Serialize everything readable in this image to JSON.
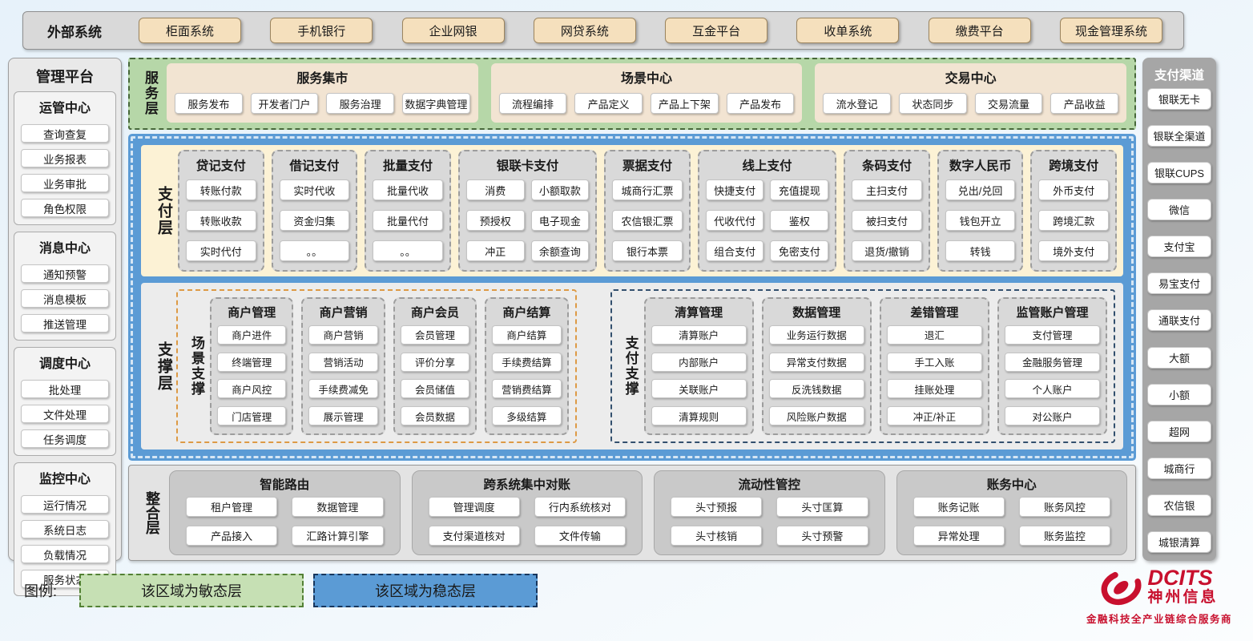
{
  "external_systems": {
    "label": "外部系统",
    "items": [
      "柜面系统",
      "手机银行",
      "企业网银",
      "网贷系统",
      "互金平台",
      "收单系统",
      "缴费平台",
      "现金管理系统"
    ]
  },
  "management_platform": {
    "title": "管理平台",
    "groups": [
      {
        "title": "运管中心",
        "items": [
          "查询查复",
          "业务报表",
          "业务审批",
          "角色权限"
        ]
      },
      {
        "title": "消息中心",
        "items": [
          "通知预警",
          "消息模板",
          "推送管理"
        ]
      },
      {
        "title": "调度中心",
        "items": [
          "批处理",
          "文件处理",
          "任务调度"
        ]
      },
      {
        "title": "监控中心",
        "items": [
          "运行情况",
          "系统日志",
          "负载情况",
          "服务状态"
        ]
      }
    ]
  },
  "service_layer": {
    "label": "服务层",
    "sections": [
      {
        "title": "服务集市",
        "items": [
          "服务发布",
          "开发者门户",
          "服务治理",
          "数据字典管理"
        ]
      },
      {
        "title": "场景中心",
        "items": [
          "流程编排",
          "产品定义",
          "产品上下架",
          "产品发布"
        ]
      },
      {
        "title": "交易中心",
        "items": [
          "流水登记",
          "状态同步",
          "交易流量",
          "产品收益"
        ]
      }
    ]
  },
  "payment_layer": {
    "label": "支付层",
    "columns": [
      {
        "title": "贷记支付",
        "cols": 1,
        "items": [
          "转账付款",
          "转账收款",
          "实时代付"
        ]
      },
      {
        "title": "借记支付",
        "cols": 1,
        "items": [
          "实时代收",
          "资金归集",
          "。。"
        ]
      },
      {
        "title": "批量支付",
        "cols": 1,
        "items": [
          "批量代收",
          "批量代付",
          "。。"
        ]
      },
      {
        "title": "银联卡支付",
        "cols": 2,
        "items": [
          "消费",
          "小额取款",
          "预授权",
          "电子现金",
          "冲正",
          "余额查询"
        ]
      },
      {
        "title": "票据支付",
        "cols": 1,
        "items": [
          "城商行汇票",
          "农信银汇票",
          "银行本票"
        ]
      },
      {
        "title": "线上支付",
        "cols": 2,
        "items": [
          "快捷支付",
          "充值提现",
          "代收代付",
          "鉴权",
          "组合支付",
          "免密支付"
        ]
      },
      {
        "title": "条码支付",
        "cols": 1,
        "items": [
          "主扫支付",
          "被扫支付",
          "退货/撤销"
        ]
      },
      {
        "title": "数字人民币",
        "cols": 1,
        "items": [
          "兑出/兑回",
          "钱包开立",
          "转钱"
        ]
      },
      {
        "title": "跨境支付",
        "cols": 1,
        "items": [
          "外币支付",
          "跨境汇款",
          "境外支付"
        ]
      }
    ]
  },
  "support_layer": {
    "label": "支撑层",
    "groups": [
      {
        "label": "场景支撑",
        "style": "scene",
        "columns": [
          {
            "title": "商户管理",
            "items": [
              "商户进件",
              "终端管理",
              "商户风控",
              "门店管理"
            ]
          },
          {
            "title": "商户营销",
            "items": [
              "商户营销",
              "营销活动",
              "手续费减免",
              "展示管理"
            ]
          },
          {
            "title": "商户会员",
            "items": [
              "会员管理",
              "评价分享",
              "会员储值",
              "会员数据"
            ]
          },
          {
            "title": "商户结算",
            "items": [
              "商户结算",
              "手续费结算",
              "营销费结算",
              "多级结算"
            ]
          }
        ]
      },
      {
        "label": "支付支撑",
        "style": "pay",
        "columns": [
          {
            "title": "清算管理",
            "items": [
              "清算账户",
              "内部账户",
              "关联账户",
              "清算规则"
            ]
          },
          {
            "title": "数据管理",
            "items": [
              "业务运行数据",
              "异常支付数据",
              "反洗钱数据",
              "风险账户数据"
            ]
          },
          {
            "title": "差错管理",
            "items": [
              "退汇",
              "手工入账",
              "挂账处理",
              "冲正/补正"
            ]
          },
          {
            "title": "监管账户管理",
            "items": [
              "支付管理",
              "金融服务管理",
              "个人账户",
              "对公账户"
            ]
          }
        ]
      }
    ]
  },
  "integration_layer": {
    "label": "整合层",
    "sections": [
      {
        "title": "智能路由",
        "items": [
          "租户管理",
          "数据管理",
          "产品接入",
          "汇路计算引擎"
        ]
      },
      {
        "title": "跨系统集中对账",
        "items": [
          "管理调度",
          "行内系统核对",
          "支付渠道核对",
          "文件传输"
        ]
      },
      {
        "title": "流动性管控",
        "items": [
          "头寸预报",
          "头寸匡算",
          "头寸核销",
          "头寸预警"
        ]
      },
      {
        "title": "账务中心",
        "items": [
          "账务记账",
          "账务风控",
          "异常处理",
          "账务监控"
        ]
      }
    ]
  },
  "payment_channels": {
    "title": "支付渠道",
    "items": [
      "银联无卡",
      "银联全渠道",
      "银联CUPS",
      "微信",
      "支付宝",
      "易宝支付",
      "通联支付",
      "大额",
      "小额",
      "超网",
      "城商行",
      "农信银",
      "城银清算"
    ]
  },
  "legend": {
    "label": "图例:",
    "items": [
      {
        "text": "该区域为敏态层",
        "type": "agile"
      },
      {
        "text": "该区域为稳态层",
        "type": "stable"
      }
    ]
  },
  "logo": {
    "brand": "DCITS",
    "name": "神州信息",
    "tagline": "金融科技全产业链综合服务商"
  },
  "colors": {
    "agile_green": "#b6d7a8",
    "stable_blue": "#5b9bd5",
    "payment_cream": "#fcf2d5",
    "external_tan": "#f5e0bd",
    "panel_gray": "#d9d9d9",
    "scene_border_orange": "#dd9a45",
    "pay_border_navy": "#33506e",
    "brand_red": "#c8102e"
  }
}
